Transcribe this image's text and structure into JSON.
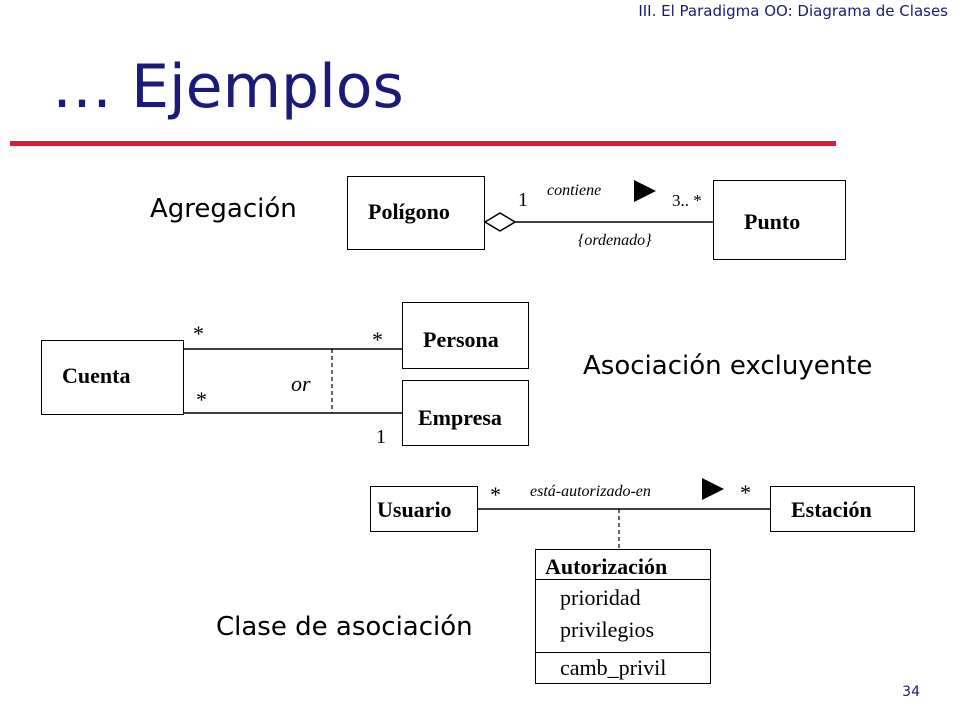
{
  "header": "III. El Paradigma OO: Diagrama de Clases",
  "title": "… Ejemplos",
  "page_number": "34",
  "colors": {
    "accent_rule": "#e8173a",
    "heading": "#1a1a7a"
  },
  "agregacion": {
    "label": "Agregación",
    "whole": "Polígono",
    "part": "Punto",
    "assoc_name": "contiene",
    "mult_whole": "1",
    "mult_part": "3.. *",
    "constraint": "{ordenado}"
  },
  "asociacion_excluyente": {
    "label": "Asociación excluyente",
    "source": "Cuenta",
    "target1": "Persona",
    "target2": "Empresa",
    "mult_source1": "*",
    "mult_target1": "*",
    "mult_source2": "*",
    "mult_target2": "1",
    "constraint": "or"
  },
  "clase_asociacion": {
    "label": "Clase de asociación",
    "class1": "Usuario",
    "class2": "Estación",
    "assoc_name": "está-autorizado-en",
    "mult1": "*",
    "mult2": "*",
    "assoc_class": {
      "name": "Autorización",
      "attributes": [
        "prioridad",
        "privilegios"
      ],
      "operations": [
        "camb_privil"
      ]
    }
  }
}
